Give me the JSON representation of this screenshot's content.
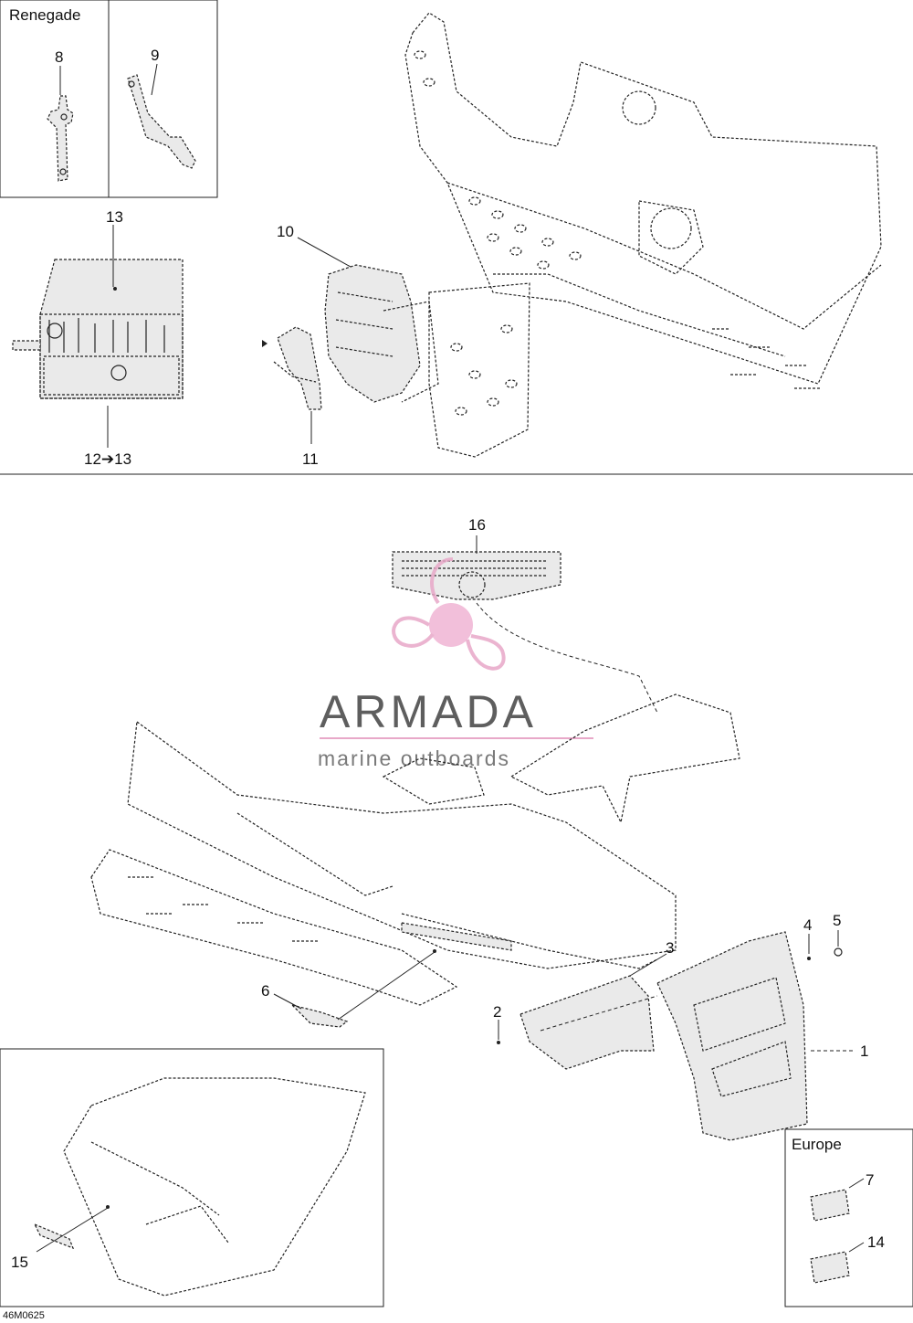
{
  "insets": {
    "renegade": "Renegade",
    "europe": "Europe"
  },
  "callouts": {
    "c1": "1",
    "c2": "2",
    "c3": "3",
    "c4": "4",
    "c5": "5",
    "c6": "6",
    "c7": "7",
    "c8": "8",
    "c9": "9",
    "c10": "10",
    "c11": "11",
    "c12": "12➔13",
    "c13": "13",
    "c14": "14",
    "c15": "15",
    "c16": "16"
  },
  "watermark": {
    "brand": "ARMADA",
    "tagline": "marine outboards"
  },
  "figure_code": "46M0625",
  "colors": {
    "watermark_pink": "#e8a8c8",
    "watermark_pink_fill": "#f0b4d4",
    "line": "#222222"
  }
}
